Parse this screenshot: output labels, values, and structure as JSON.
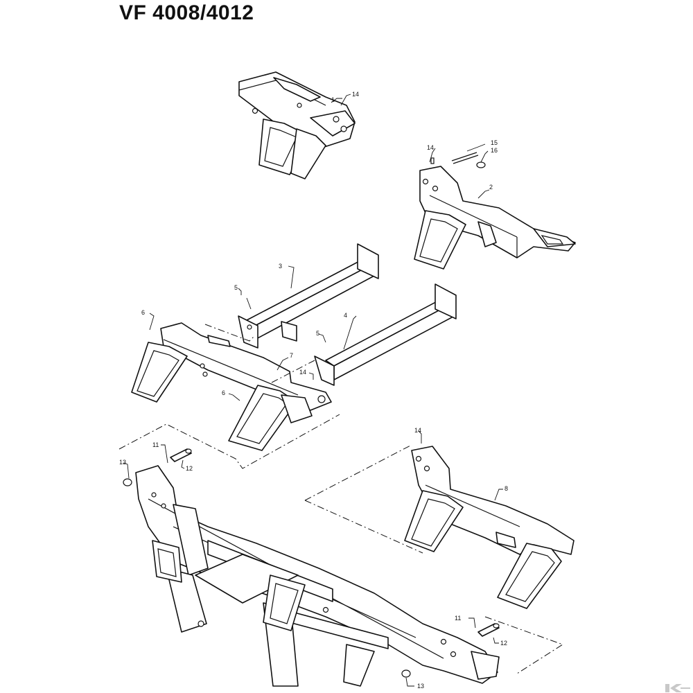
{
  "title": "VF 4008/4012",
  "callouts": {
    "c1": "1",
    "c2": "2",
    "c3": "3",
    "c4": "4",
    "c5a": "5",
    "c5b": "5",
    "c6a": "6",
    "c6b": "6",
    "c7": "7",
    "c8": "8",
    "c11a": "11",
    "c11b": "11",
    "c12a": "12",
    "c12b": "12",
    "c13a": "13",
    "c13b": "13",
    "c14a": "14",
    "c14b": "14",
    "c14c": "14",
    "c14d": "14",
    "c15": "15",
    "c16": "16"
  },
  "colors": {
    "line": "#111111",
    "background": "#ffffff",
    "logo": "#c8c8c8"
  },
  "icons": {
    "logo": "brand-logo-icon"
  }
}
